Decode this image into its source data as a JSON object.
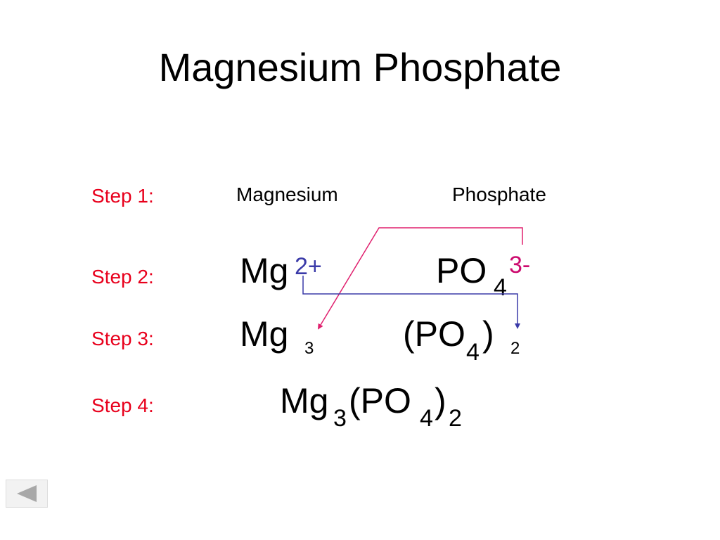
{
  "title": "Magnesium Phosphate",
  "colors": {
    "step_label": "#e8001c",
    "cation_charge": "#3a3aa8",
    "anion_charge": "#cc0a6e",
    "arrow_pink": "#e0206e",
    "arrow_blue": "#3a3aa8"
  },
  "steps": [
    {
      "label": "Step 1:"
    },
    {
      "label": "Step 2:"
    },
    {
      "label": "Step 3:"
    },
    {
      "label": "Step 4:"
    }
  ],
  "step1": {
    "cation_name": "Magnesium",
    "anion_name": "Phosphate"
  },
  "step2": {
    "cation_symbol": "Mg",
    "cation_charge": "2+",
    "anion_symbol": "PO",
    "anion_subscript": "4",
    "anion_charge": "3-"
  },
  "step3": {
    "cation_symbol": "Mg",
    "cation_count": "3",
    "anion_open": "(PO",
    "anion_subscript": "4",
    "anion_close": ")",
    "anion_count": "2"
  },
  "step4": {
    "mg": "Mg",
    "mg_sub": "3",
    "po": "(PO",
    "po_sub": "4",
    "close": ")",
    "group_sub": "2"
  },
  "nav": {
    "back_icon": "triangle-left-icon"
  }
}
